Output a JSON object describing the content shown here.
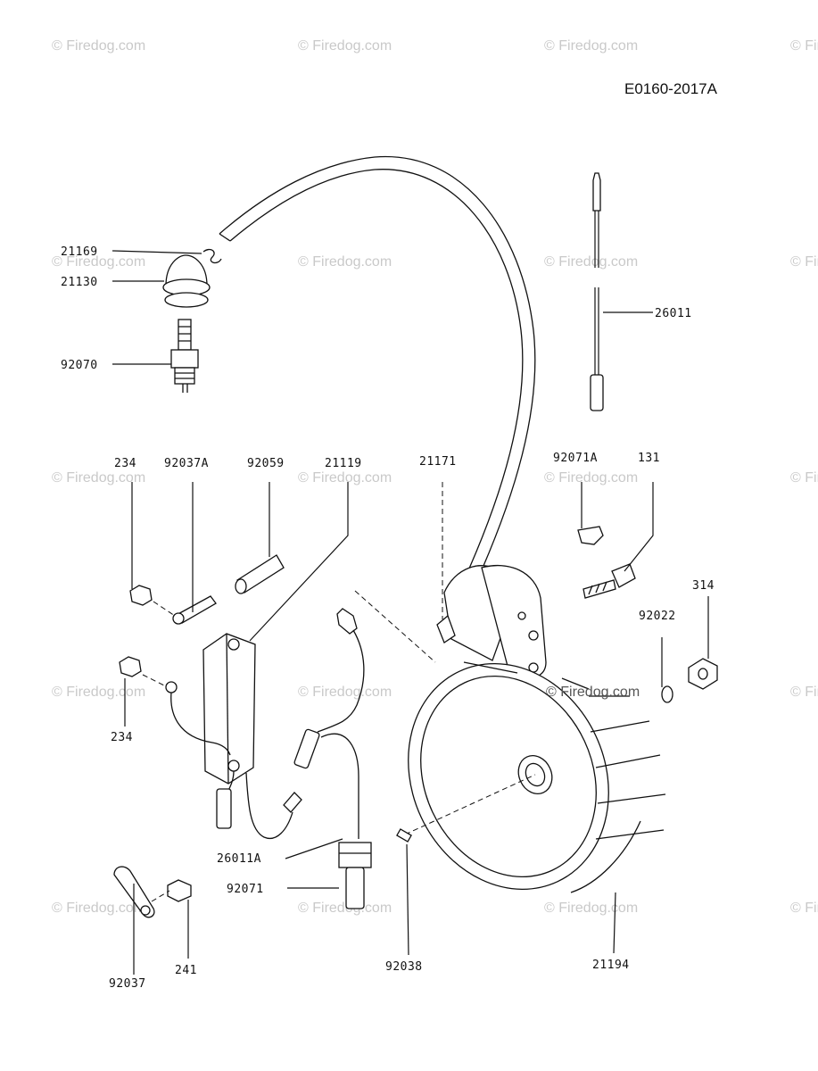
{
  "diagram_code": "E0160-2017A",
  "watermark_text": "© Firedog.com",
  "parts": {
    "p21169": "21169",
    "p21130": "21130",
    "p92070": "92070",
    "p26011": "26011",
    "p234_top": "234",
    "p92037A": "92037A",
    "p92059": "92059",
    "p21119": "21119",
    "p21171": "21171",
    "p92071A": "92071A",
    "p131": "131",
    "p314": "314",
    "p92022": "92022",
    "p234_bottom": "234",
    "p26011A": "26011A",
    "p92071": "92071",
    "p92037": "92037",
    "p241": "241",
    "p92038": "92038",
    "p21194": "21194"
  }
}
